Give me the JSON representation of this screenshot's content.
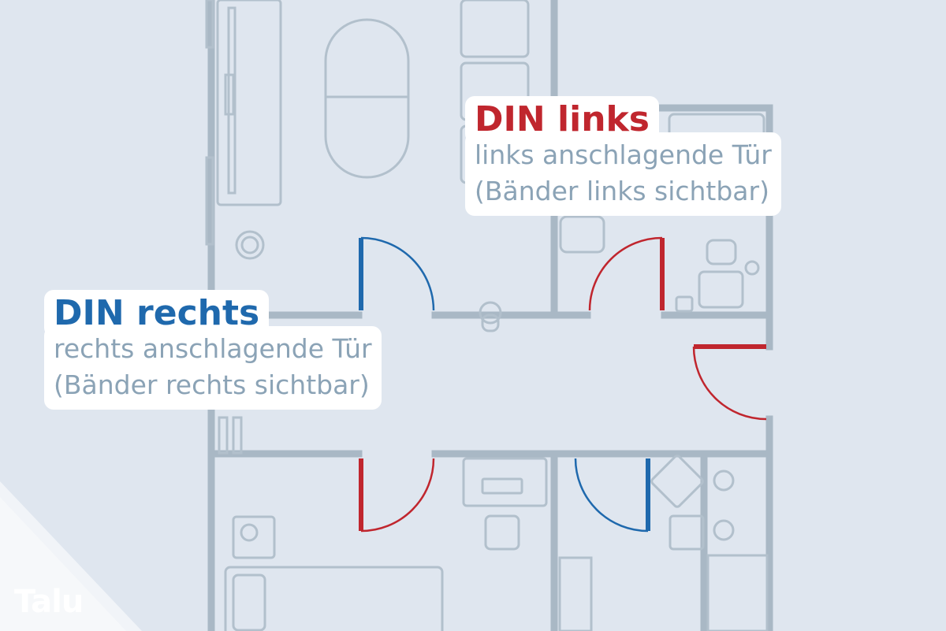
{
  "labels": {
    "din_links": {
      "title": "DIN links",
      "line1": "links anschlagende Tür",
      "line2": "(Bänder links sichtbar)",
      "color": "#c0262e"
    },
    "din_rechts": {
      "title": "DIN rechts",
      "line1": "rechts anschlagende Tür",
      "line2": "(Bänder rechts sichtbar)",
      "color": "#1f69ad"
    }
  },
  "logo": {
    "text": "Talu"
  },
  "colors": {
    "background": "#dfe6ef",
    "wall": "#a9b8c5",
    "furniture": "#b2c0cc",
    "door_left": "#c0262e",
    "door_right": "#1f69ad",
    "label_text": "#8ba3b6"
  }
}
